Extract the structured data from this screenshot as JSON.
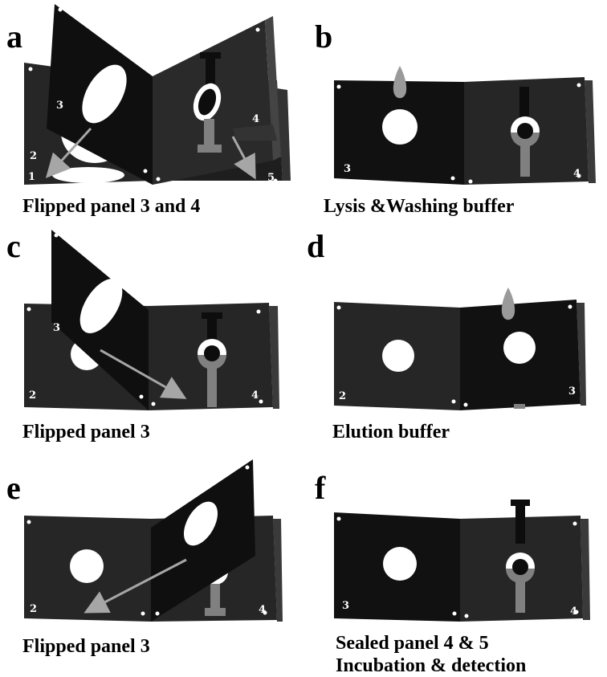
{
  "colors": {
    "panel_dark": "#111111",
    "panel_mid": "#262626",
    "panel_edge": "#3a3a3a",
    "hole": "#ffffff",
    "channel_light": "#808080",
    "channel_dark": "#0d0d0d",
    "arrow": "#a6a6a6",
    "drop": "#9a9a9a"
  },
  "panels": [
    {
      "letter": "a",
      "caption": "Flipped panel 3 and 4",
      "numbers": [
        "3",
        "2",
        "1",
        "4",
        "5"
      ]
    },
    {
      "letter": "b",
      "caption": "Lysis &Washing buffer",
      "numbers": [
        "3",
        "4"
      ]
    },
    {
      "letter": "c",
      "caption": "Flipped panel 3",
      "numbers": [
        "3",
        "2",
        "4"
      ]
    },
    {
      "letter": "d",
      "caption": "Elution buffer",
      "numbers": [
        "2",
        "3"
      ]
    },
    {
      "letter": "e",
      "caption": "Flipped panel 3",
      "numbers": [
        "2",
        "4"
      ]
    },
    {
      "letter": "f",
      "caption_lines": [
        "Sealed panel 4 & 5",
        "Incubation & detection"
      ],
      "numbers": [
        "3",
        "4"
      ]
    }
  ]
}
